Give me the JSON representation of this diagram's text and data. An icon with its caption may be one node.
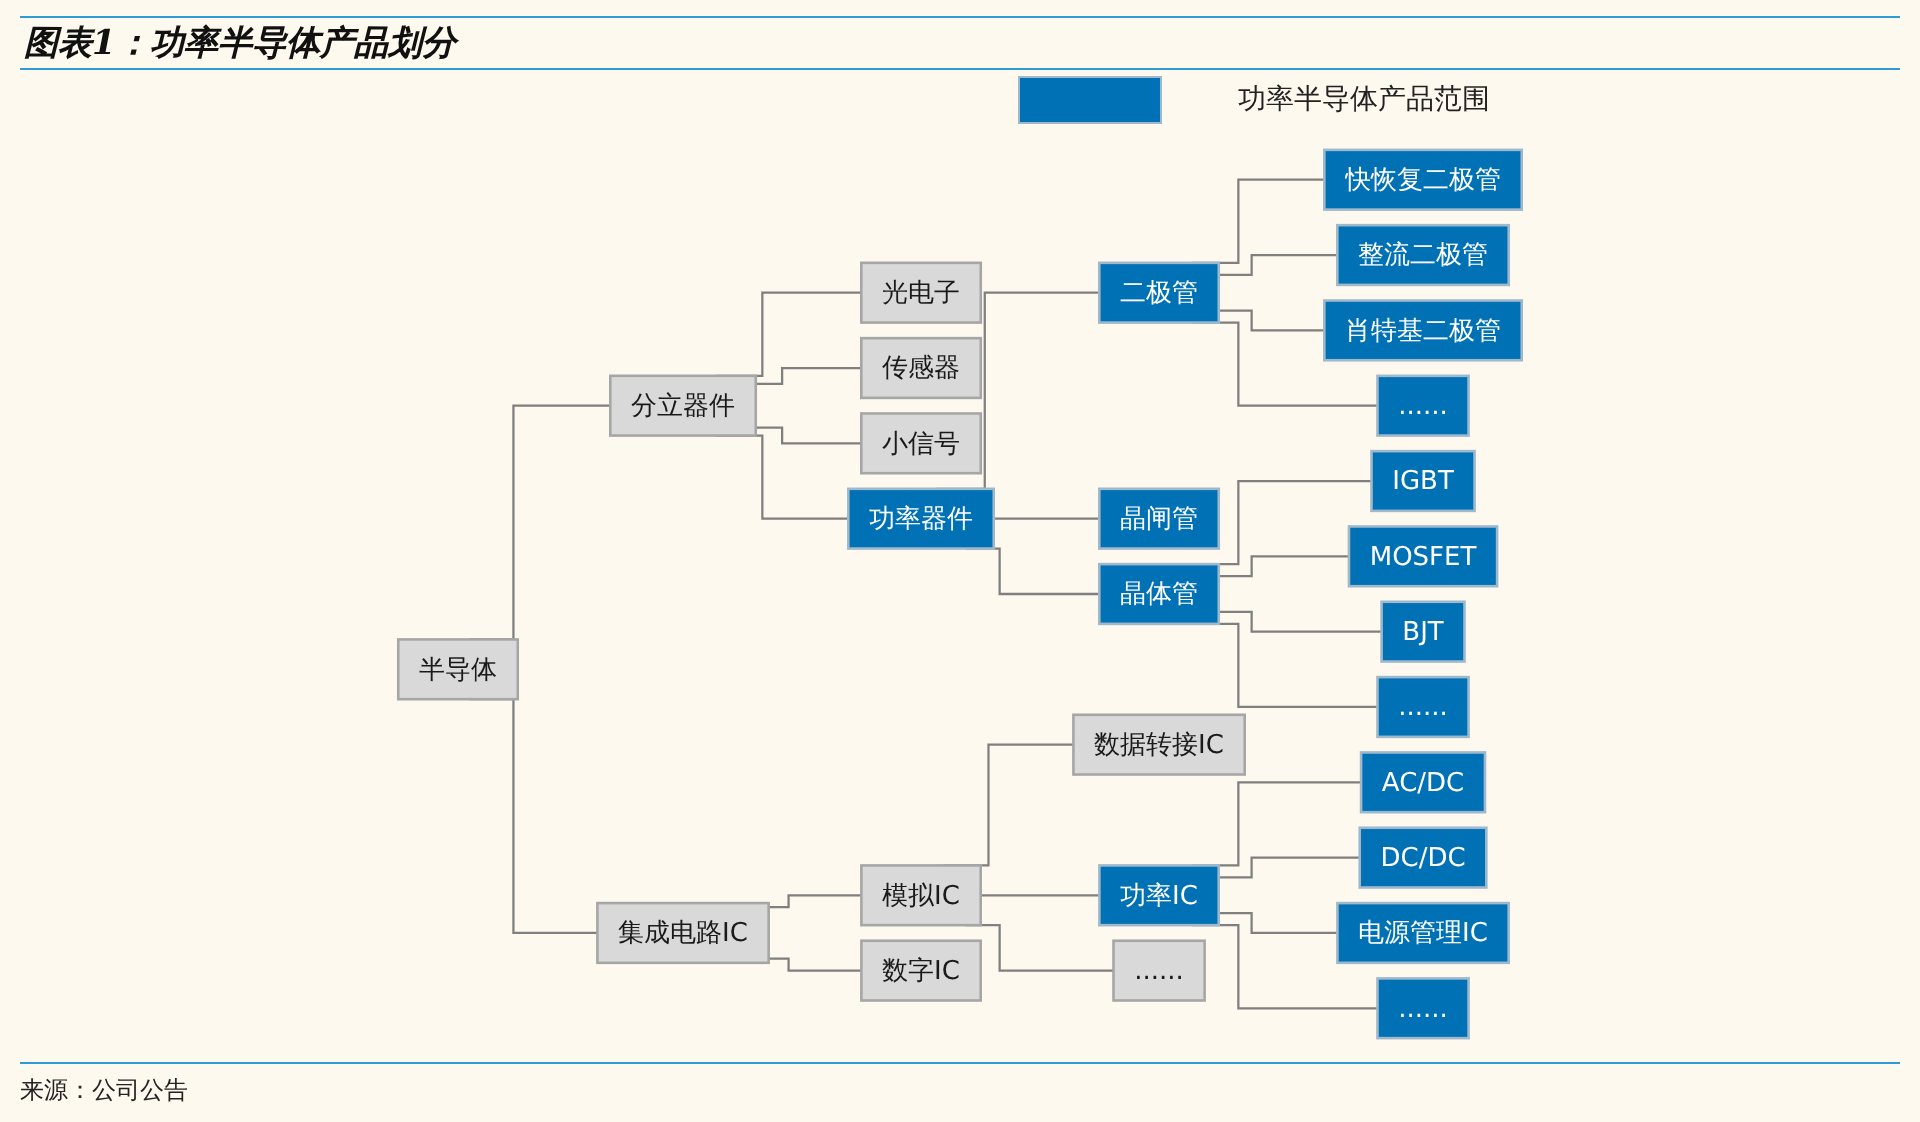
{
  "diagram": {
    "title": "图表1：功率半导体产品划分",
    "caption": "来源：公司公告",
    "nodes": [
      {
        "text": [
          "半导体"
        ]
      },
      {
        "text": [
          "分立器件"
        ]
      },
      {
        "text": [
          "集成电路IC"
        ]
      },
      {
        "text": [
          "光电子"
        ]
      },
      {
        "text": [
          "传感器"
        ]
      },
      {
        "text": [
          "小信号"
        ]
      },
      {
        "text": [
          "功率器件"
        ]
      },
      {
        "text": [
          "二极管"
        ]
      },
      {
        "text": [
          "晶闸管"
        ]
      },
      {
        "text": [
          "晶体管"
        ]
      },
      {
        "text": [
          "快恢复二极管"
        ]
      },
      {
        "text": [
          "整流二极管"
        ]
      },
      {
        "text": [
          "肖特基二极管"
        ]
      },
      {
        "text": [
          "......"
        ]
      },
      {
        "text": [
          "IGBT"
        ]
      },
      {
        "text": [
          "MOSFET"
        ]
      },
      {
        "text": [
          "BJT"
        ]
      },
      {
        "text": [
          "......"
        ]
      },
      {
        "text": [
          "模拟IC"
        ]
      },
      {
        "text": [
          "数字IC"
        ]
      },
      {
        "text": [
          "数据转接IC"
        ]
      },
      {
        "text": [
          "功率IC"
        ]
      },
      {
        "text": [
          "......"
        ]
      },
      {
        "text": [
          "AC/DC"
        ]
      },
      {
        "text": [
          "DC/DC"
        ]
      },
      {
        "text": [
          "电源管理IC"
        ]
      },
      {
        "text": [
          "......"
        ]
      }
    ],
    "edges": [
      {
        "from": 0,
        "to": 1,
        "arrow": "none"
      },
      {
        "from": 0,
        "to": 2,
        "arrow": "none"
      },
      {
        "from": 1,
        "to": 3,
        "arrow": "none"
      },
      {
        "from": 1,
        "to": 4,
        "arrow": "none"
      },
      {
        "from": 1,
        "to": 5,
        "arrow": "none"
      },
      {
        "from": 1,
        "to": 6,
        "arrow": "none"
      },
      {
        "from": 6,
        "to": 7,
        "arrow": "none"
      },
      {
        "from": 6,
        "to": 8,
        "arrow": "none"
      },
      {
        "from": 6,
        "to": 9,
        "arrow": "none"
      },
      {
        "from": 7,
        "to": 10,
        "arrow": "none"
      },
      {
        "from": 7,
        "to": 11,
        "arrow": "none"
      },
      {
        "from": 7,
        "to": 12,
        "arrow": "none"
      },
      {
        "from": 7,
        "to": 13,
        "arrow": "none"
      },
      {
        "from": 9,
        "to": 14,
        "arrow": "none"
      },
      {
        "from": 9,
        "to": 15,
        "arrow": "none"
      },
      {
        "from": 9,
        "to": 16,
        "arrow": "none"
      },
      {
        "from": 9,
        "to": 17,
        "arrow": "none"
      },
      {
        "from": 2,
        "to": 18,
        "arrow": "none"
      },
      {
        "from": 2,
        "to": 19,
        "arrow": "none"
      },
      {
        "from": 18,
        "to": 20,
        "arrow": "none"
      },
      {
        "from": 18,
        "to": 21,
        "arrow": "none"
      },
      {
        "from": 18,
        "to": 22,
        "arrow": "none"
      },
      {
        "from": 21,
        "to": 23,
        "arrow": "none"
      },
      {
        "from": 21,
        "to": 24,
        "arrow": "none"
      },
      {
        "from": 21,
        "to": 25,
        "arrow": "none"
      },
      {
        "from": 21,
        "to": 26,
        "arrow": "none"
      }
    ],
    "legend": [
      {
        "text": "功率半导体产品范围",
        "color": "#0071b5"
      }
    ]
  }
}
